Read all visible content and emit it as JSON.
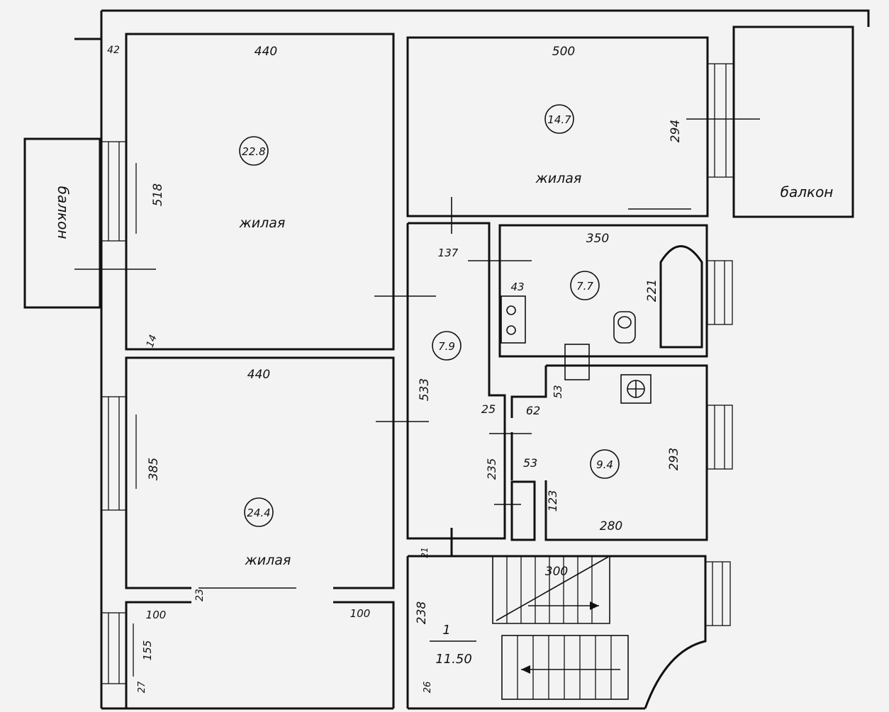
{
  "balconies": {
    "left": "балкон",
    "right": "балкон"
  },
  "rooms": [
    {
      "area": "22.8",
      "type": "жилая",
      "width": "440",
      "depth": "518"
    },
    {
      "area": "14.7",
      "type": "жилая",
      "width": "500",
      "depth": "294"
    },
    {
      "area": "24.4",
      "type": "жилая",
      "width": "440",
      "depth": "385"
    },
    {
      "area": "7.9",
      "depth": "533"
    },
    {
      "area": "7.7",
      "width": "350",
      "depth": "221"
    },
    {
      "area": "9.4",
      "width": "280",
      "depth": "293"
    }
  ],
  "stair": {
    "number": "1",
    "area": "11.50",
    "width": "300",
    "depth": "238"
  },
  "dims": {
    "d42": "42",
    "d14": "14",
    "d137": "137",
    "d43": "43",
    "d25": "25",
    "d62": "62",
    "d53a": "53",
    "d53b": "53",
    "d235": "235",
    "d123": "123",
    "d23": "23",
    "d100a": "100",
    "d100b": "100",
    "d155": "155",
    "d27": "27",
    "d26": "26",
    "d21": "21"
  }
}
